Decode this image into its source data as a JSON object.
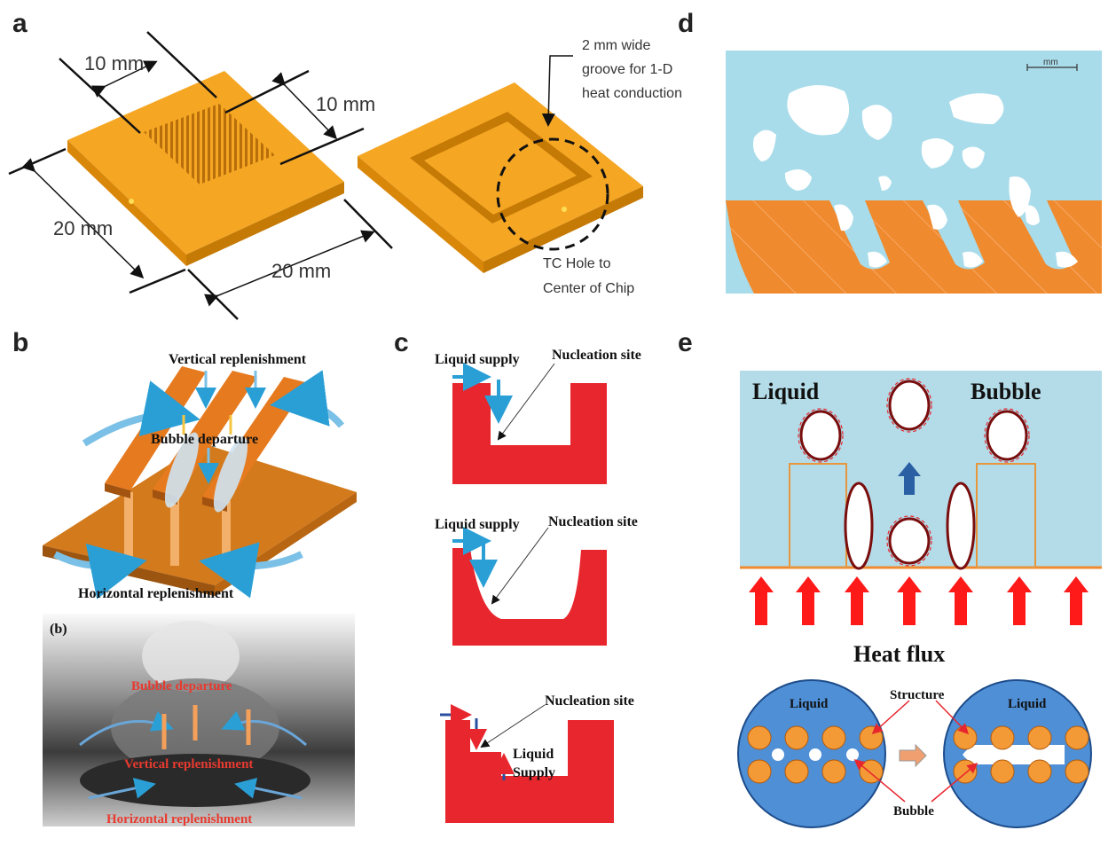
{
  "panels": {
    "a": {
      "label": "a",
      "dim_top": "10 mm",
      "dim_right": "10 mm",
      "dim_left": "20 mm",
      "dim_bottom": "20 mm",
      "groove_line1": "2 mm wide",
      "groove_line2": "groove for 1-D",
      "groove_line3": "heat conduction",
      "tc_line1": "TC Hole to",
      "tc_line2": "Center of Chip"
    },
    "b": {
      "label": "b",
      "vertical": "Vertical replenishment",
      "bubble": "Bubble departure",
      "horizontal": "Horizontal replenishment",
      "photo_tag": "(b)",
      "photo_bubble": "Bubble departure",
      "photo_vertical": "Vertical replenishment",
      "photo_horizontal": "Horizontal replenishment"
    },
    "c": {
      "label": "c",
      "liquid_supply_1": "Liquid supply",
      "nucleation_1": "Nucleation site",
      "liquid_supply_2": "Liquid supply",
      "nucleation_2": "Nucleation site",
      "nucleation_3": "Nucleation site",
      "liquid_3": "Liquid",
      "supply_3": "Supply"
    },
    "d": {
      "label": "d",
      "scale": "mm"
    },
    "e": {
      "label": "e",
      "liquid": "Liquid",
      "bubble": "Bubble",
      "heat_flux": "Heat flux",
      "circle_liquid_left": "Liquid",
      "circle_liquid_right": "Liquid",
      "structure": "Structure",
      "bubble_small": "Bubble"
    }
  },
  "colors": {
    "copper_top": "#f5a623",
    "copper_side": "#e08e0b",
    "red_block": "#e8262d",
    "liquid_blue": "#a9dcea",
    "orange_wall": "#f08a2e",
    "heat_arrow": "#ff1a1a",
    "circle_blue": "#4f8fd6"
  }
}
